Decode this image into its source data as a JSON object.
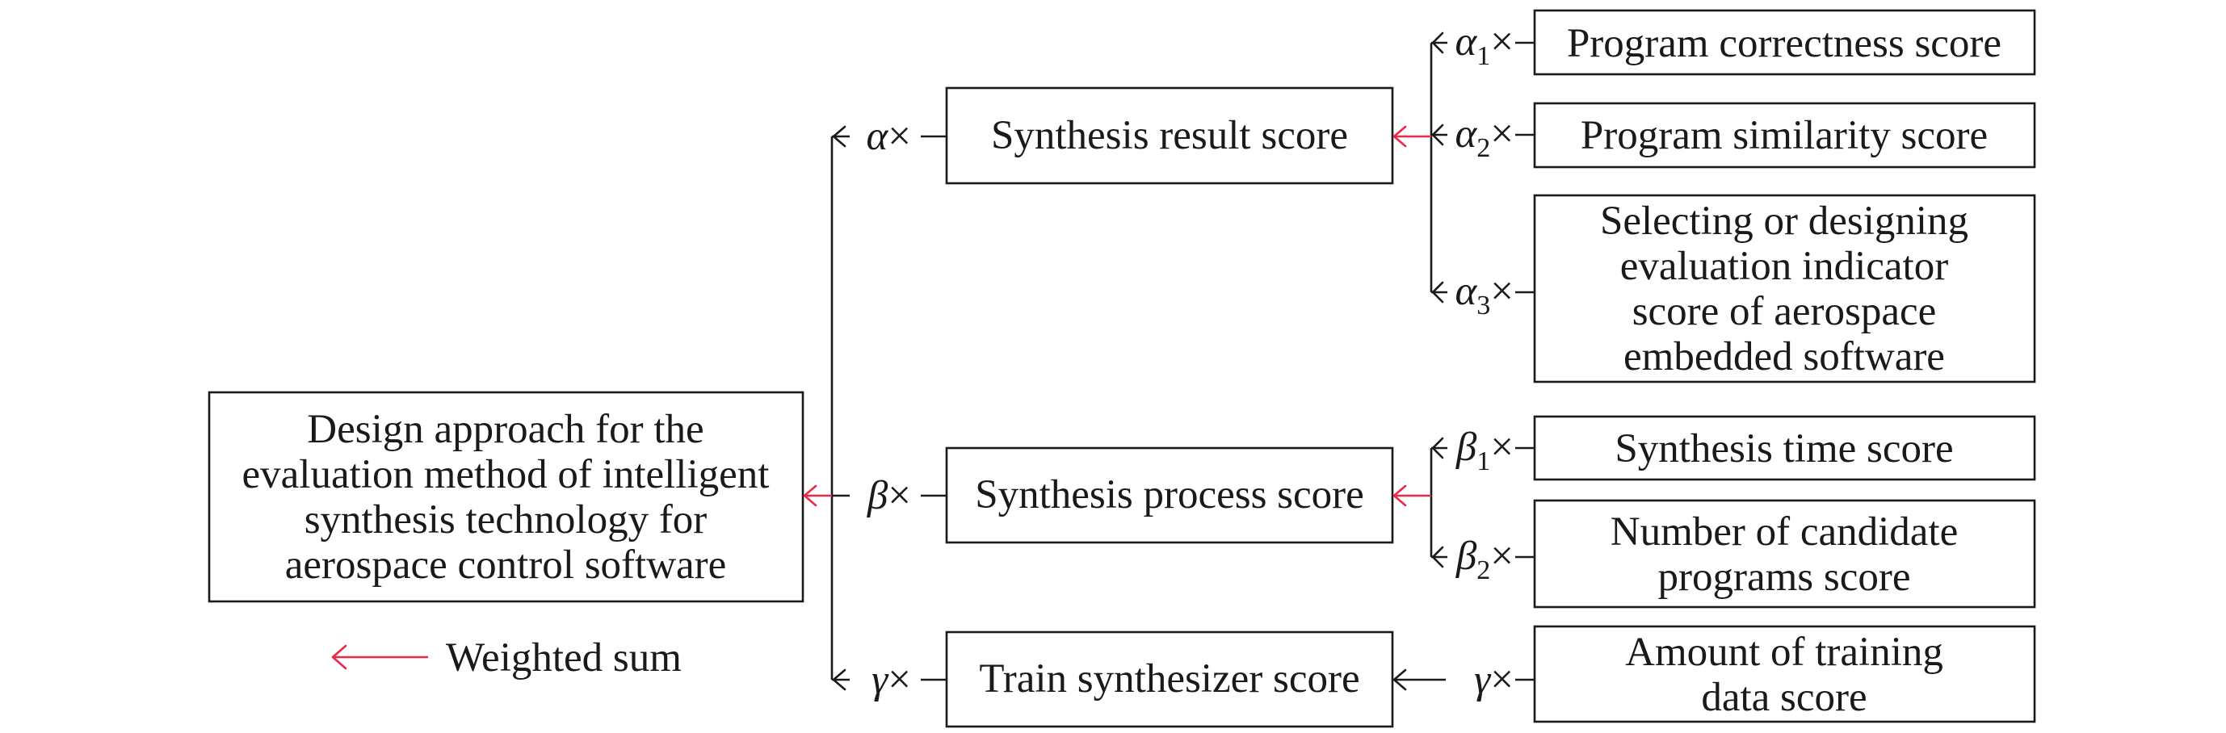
{
  "root": {
    "lines": [
      "Design approach for the",
      "evaluation method of intelligent",
      "synthesis technology for",
      "aerospace control software"
    ]
  },
  "legend": {
    "label": "Weighted sum",
    "arrow_color": "#e8294a"
  },
  "level1": [
    {
      "weight": {
        "symbol": "α",
        "sub": "",
        "times": "×"
      },
      "label": "Synthesis result score"
    },
    {
      "weight": {
        "symbol": "β",
        "sub": "",
        "times": "×"
      },
      "label": "Synthesis process score"
    },
    {
      "weight": {
        "symbol": "γ",
        "sub": "",
        "times": "×"
      },
      "label": "Train synthesizer score"
    }
  ],
  "level2": [
    {
      "weight": {
        "symbol": "α",
        "sub": "1",
        "times": "×"
      },
      "lines": [
        "Program correctness score"
      ]
    },
    {
      "weight": {
        "symbol": "α",
        "sub": "2",
        "times": "×"
      },
      "lines": [
        "Program similarity score"
      ]
    },
    {
      "weight": {
        "symbol": "α",
        "sub": "3",
        "times": "×"
      },
      "lines": [
        "Selecting or designing",
        "evaluation indicator",
        "score of aerospace",
        "embedded software"
      ]
    },
    {
      "weight": {
        "symbol": "β",
        "sub": "1",
        "times": "×"
      },
      "lines": [
        "Synthesis time score"
      ]
    },
    {
      "weight": {
        "symbol": "β",
        "sub": "2",
        "times": "×"
      },
      "lines": [
        "Number of candidate",
        "programs score"
      ]
    },
    {
      "weight": {
        "symbol": "γ",
        "sub": "",
        "times": "×"
      },
      "lines": [
        "Amount of training",
        "data score"
      ]
    }
  ]
}
